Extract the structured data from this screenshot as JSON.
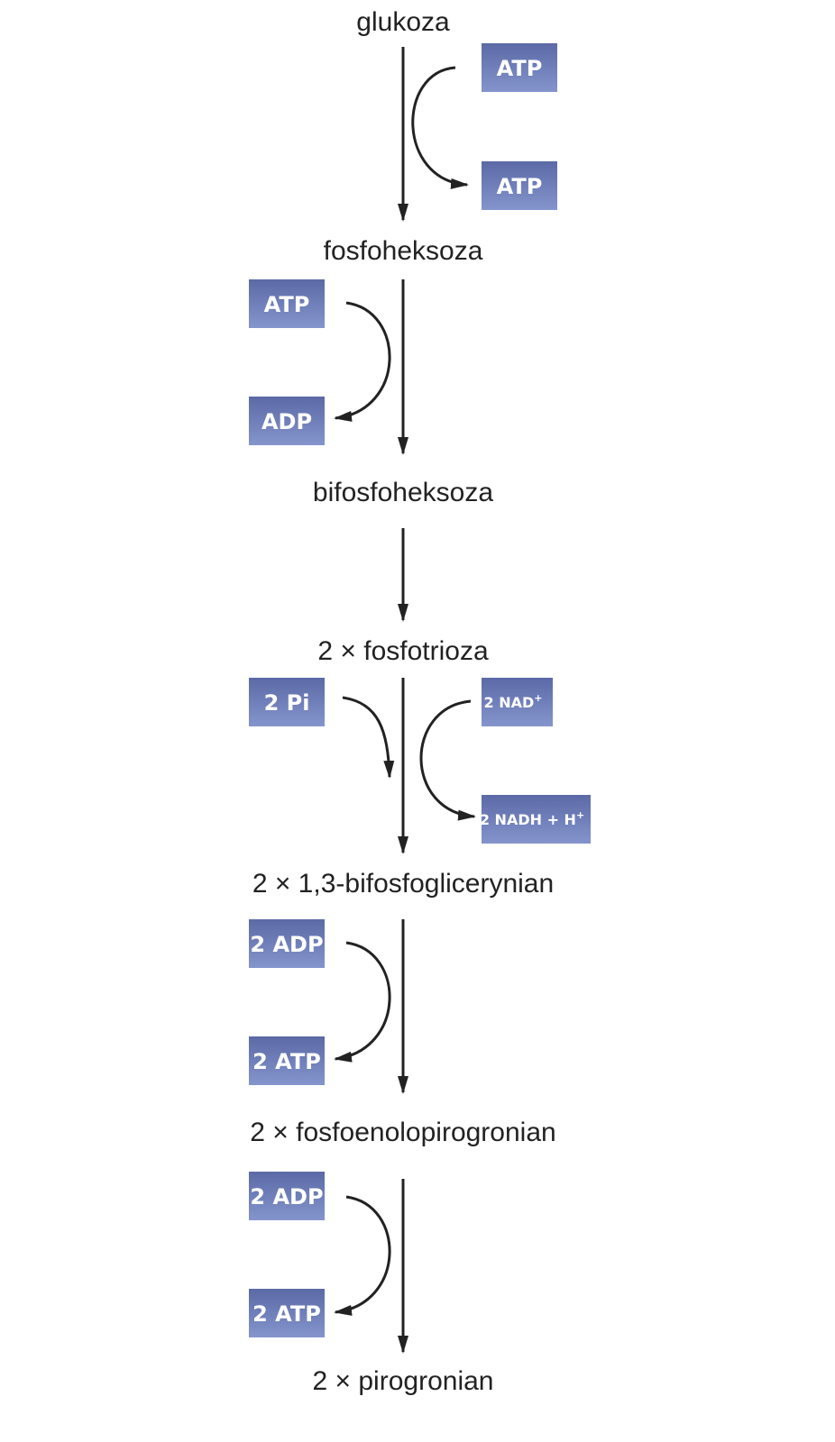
{
  "colors": {
    "box_top": "#5b6aa6",
    "box_bottom": "#8494cc",
    "text": "#222222"
  },
  "compounds": {
    "c1": "glukoza",
    "c2": "fosfoheksoza",
    "c3": "bifosfoheksoza",
    "c4": "2 × fosfotrioza",
    "c5": "2 × 1,3-bifosfoglicerynian",
    "c6": "2 × fosfoenolopirogronian",
    "c7": "2 × pirogronian"
  },
  "boxes": {
    "s1_in": "ATP",
    "s1_out": "ATP",
    "s2_in": "ATP",
    "s2_out": "ADP",
    "s4_pi": "2 Pi",
    "s4_nad": "2 NAD",
    "s4_nad_sup": "+",
    "s4_nadh": "2 NADH + H",
    "s4_nadh_sup": "+",
    "s5_in": "2 ADP",
    "s5_out": "2 ATP",
    "s6_in": "2 ADP",
    "s6_out": "2 ATP"
  }
}
